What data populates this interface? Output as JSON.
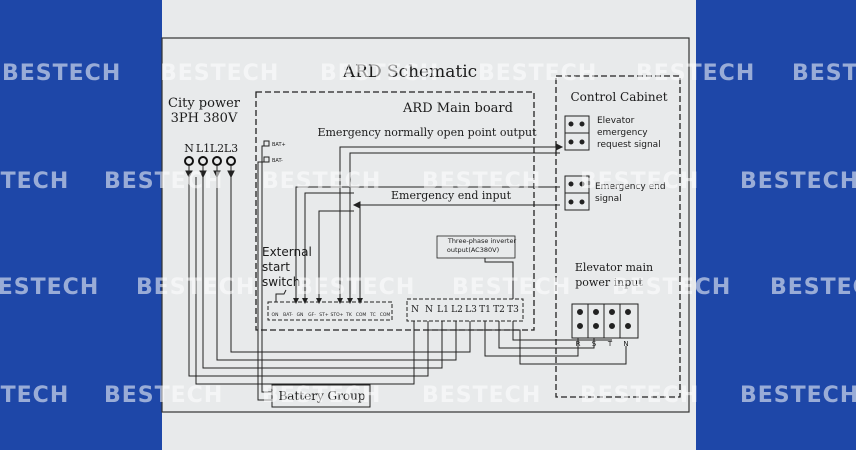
{
  "diagram": {
    "title": "ARD Schematic",
    "city_power": {
      "line1": "City power",
      "line2": "3PH 380V"
    },
    "phase_labels": [
      "N",
      "L1",
      "L2",
      "L3"
    ],
    "main_board": "ARD Main board",
    "control_cabinet": "Control Cabinet",
    "emergency_output": "Emergency normally open point output",
    "emergency_end_input": "Emergency end input",
    "elevator_request": {
      "line1": "Elevator",
      "line2": "emergency",
      "line3": "request signal"
    },
    "emergency_end_signal": {
      "line1": "Emergency end",
      "line2": "signal"
    },
    "external_switch": {
      "line1": "External",
      "line2": "start",
      "line3": "switch"
    },
    "battery_group": "Battery Group",
    "inverter": {
      "line1": "Three-phase inverter",
      "line2": "output(AC380V)"
    },
    "elevator_power": {
      "line1": "Elevator main",
      "line2": "power input"
    },
    "power_terminals": [
      "N",
      "N",
      "L1",
      "L2",
      "L3",
      "T1",
      "T2",
      "T3"
    ],
    "signal_terminals": [
      "ON",
      "BAT-",
      "GN",
      "GF-",
      "ST+",
      "STO+",
      "TK",
      "COM",
      "TC",
      "COM"
    ],
    "bat_labels": [
      "BAT+",
      "BAT-"
    ],
    "rstn_labels": [
      "R",
      "S",
      "T",
      "N"
    ]
  },
  "watermark": "BESTECH",
  "colors": {
    "background": "#1e47a8",
    "paper": "#e8eaeb",
    "ink": "#1b1b1b"
  }
}
